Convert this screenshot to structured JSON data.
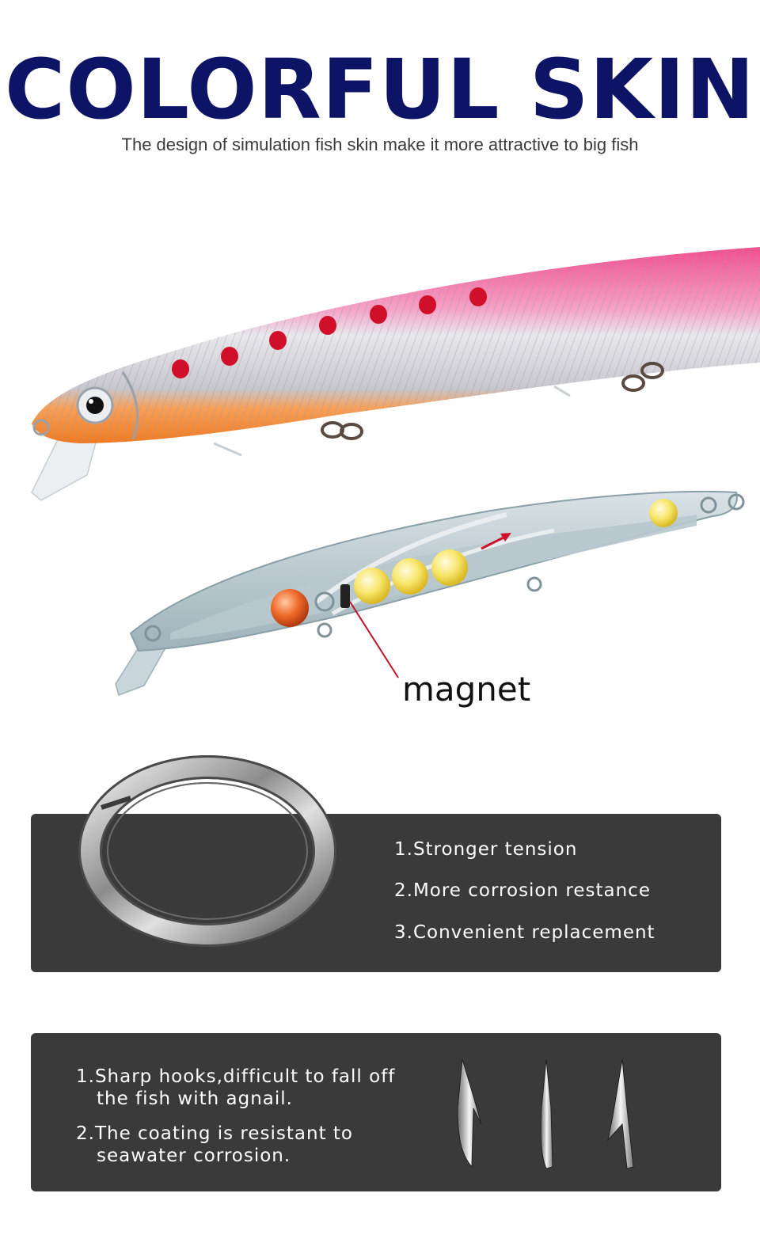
{
  "header": {
    "title": "COLORFUL SKIN",
    "subtitle": "The design of simulation fish skin make it more attractive to big fish"
  },
  "colors": {
    "title": "#0d1466",
    "panel_bg": "#3a3a3a",
    "lure_pink": "#f0508f",
    "lure_orange": "#f28a2a",
    "spot_red": "#d0102a"
  },
  "diagram": {
    "magnet_label": "magnet"
  },
  "split_ring_panel": {
    "features": [
      "1.Stronger tension",
      "2.More corrosion restance",
      "3.Convenient replacement"
    ]
  },
  "hook_panel": {
    "items": [
      {
        "line1": "1.Sharp hooks,difficult to fall off",
        "line2": "the fish with agnail."
      },
      {
        "line1": "2.The coating is resistant to",
        "line2": "seawater corrosion."
      }
    ]
  },
  "icons": [
    "lure-image",
    "lure-cutaway-image",
    "split-ring-image",
    "hook-image"
  ]
}
